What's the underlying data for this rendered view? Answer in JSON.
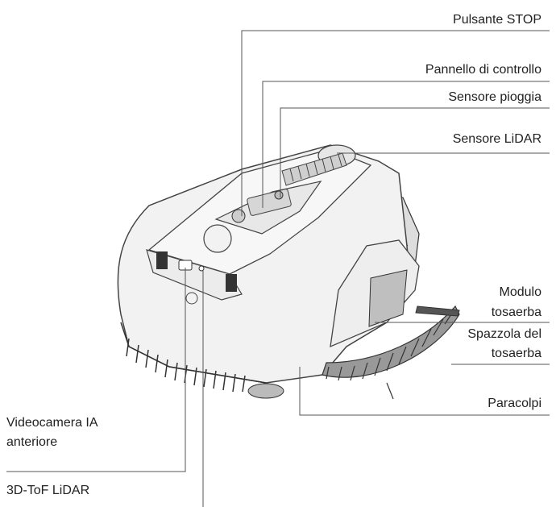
{
  "diagram": {
    "labels": {
      "stop_button": "Pulsante STOP",
      "control_panel": "Pannello di controllo",
      "rain_sensor": "Sensore pioggia",
      "lidar_sensor": "Sensore LiDAR",
      "mower_module_line1": "Modulo",
      "mower_module_line2": "tosaerba",
      "mower_brush_line1": "Spazzola del",
      "mower_brush_line2": "tosaerba",
      "bumper": "Paracolpi",
      "front_camera_line1": "Videocamera IA",
      "front_camera_line2": "anteriore",
      "tof_lidar": "3D-ToF LiDAR"
    },
    "colors": {
      "line": "#555555",
      "text": "#222222",
      "body_fill": "#f2f2f2",
      "panel_fill": "#e8e8e8",
      "brush": "#333333"
    }
  }
}
